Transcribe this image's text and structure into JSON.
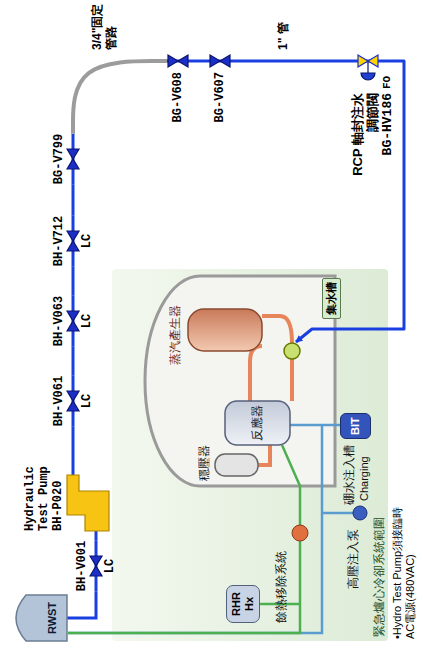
{
  "diagram": {
    "nodes": [
      {
        "text": [
          "RWST"
        ]
      },
      {
        "text": [
          "Hydraulic Test Pump",
          "BH-P020"
        ]
      },
      {
        "text": [
          "BH-V001",
          "LC"
        ]
      },
      {
        "text": [
          "BH-V061",
          "LC"
        ]
      },
      {
        "text": [
          "BH-V063",
          "LC"
        ]
      },
      {
        "text": [
          "BH-V712",
          "LC"
        ]
      },
      {
        "text": [
          "BG-V799"
        ]
      },
      {
        "text": [
          "BG-V608"
        ]
      },
      {
        "text": [
          "BG-V607"
        ]
      },
      {
        "text": [
          "RCP 軸封注水調節閥",
          "BG-HV186",
          "FO"
        ]
      },
      {
        "text": [
          "RHR Hx"
        ]
      },
      {
        "text": [
          "集水槽"
        ]
      },
      {
        "text": [
          "BIT"
        ]
      }
    ],
    "edges": [
      {
        "from": 0,
        "to": 2,
        "arrow": "none"
      },
      {
        "from": 2,
        "to": 1,
        "arrow": "none"
      },
      {
        "from": 1,
        "to": 3,
        "arrow": "none"
      },
      {
        "from": 3,
        "to": 4,
        "arrow": "none"
      },
      {
        "from": 4,
        "to": 5,
        "arrow": "none"
      },
      {
        "from": 5,
        "to": 6,
        "arrow": "none"
      },
      {
        "from": 6,
        "to": 7,
        "label": "3/4\"固定管路",
        "arrow": "none"
      },
      {
        "from": 7,
        "to": 8,
        "arrow": "none"
      },
      {
        "from": 8,
        "to": 9,
        "label": "1\" 管",
        "arrow": "none"
      }
    ],
    "labels": [
      "蒸汽產生器",
      "穩壓器",
      "反應器",
      "餘熱移除系統",
      "硼水注入槽",
      "高壓注入泵",
      "Charging",
      "緊急爐心冷卻系統範圍",
      "•Hydro Test Pump須接臨時 AC電源(480VAC)"
    ]
  }
}
